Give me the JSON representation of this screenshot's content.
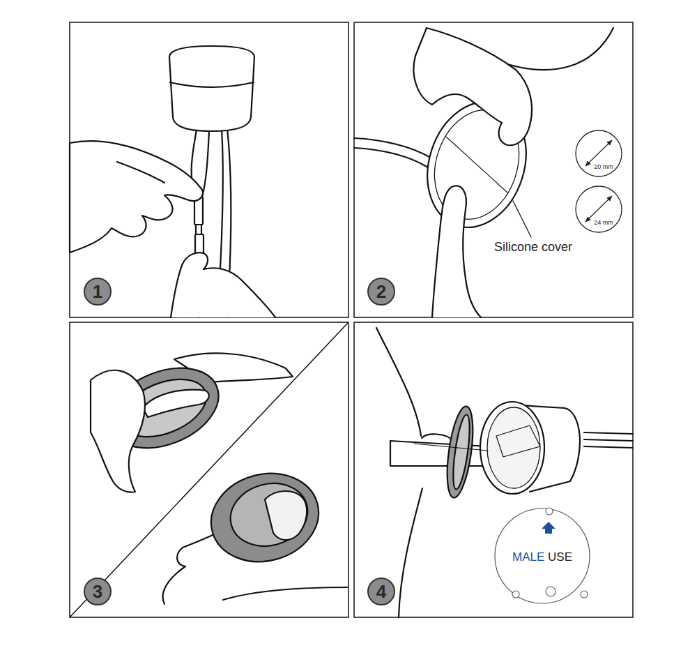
{
  "diagram": {
    "nodes": [
      {
        "text": [
          "1"
        ]
      },
      {
        "text": [
          "20 mm"
        ]
      },
      {
        "text": [
          "24 mm"
        ]
      },
      {
        "text": [
          "2"
        ]
      },
      {
        "text": [
          "3"
        ]
      },
      {
        "text": [
          "MALE",
          "USE"
        ]
      },
      {
        "text": [
          "4"
        ]
      }
    ],
    "labels": [
      "Silicone cover"
    ]
  }
}
